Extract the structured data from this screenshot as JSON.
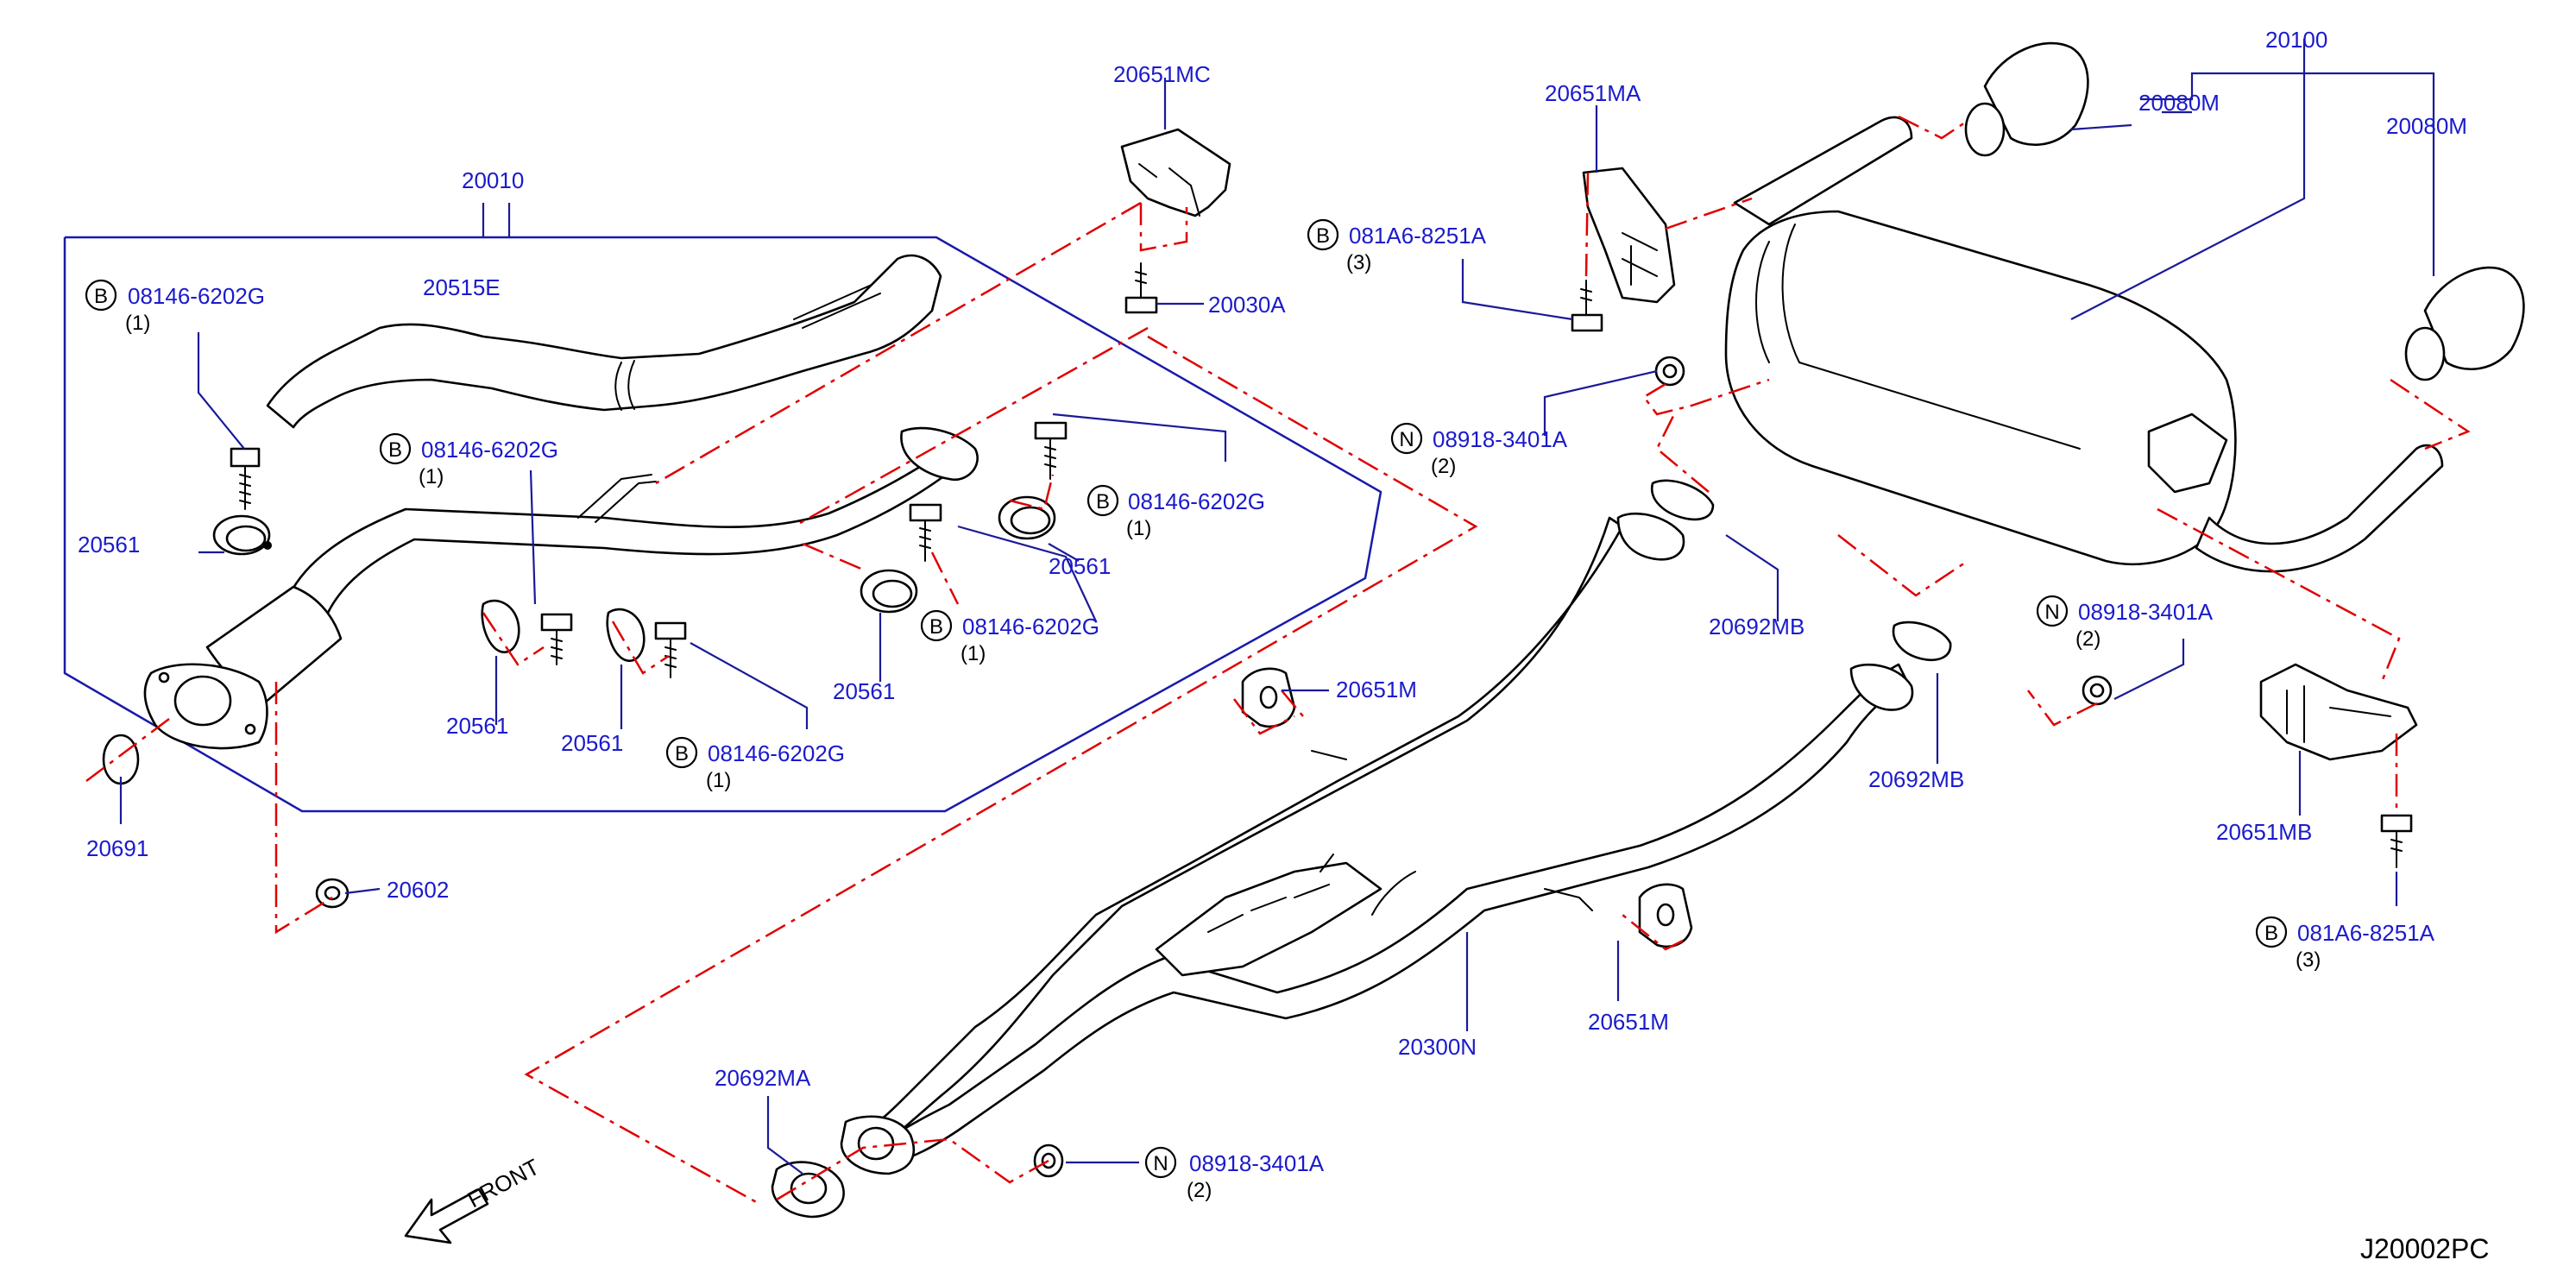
{
  "diagram": {
    "code": "J20002PC",
    "front_label": "FRONT",
    "parts": {
      "p20010": "20010",
      "p20515E": "20515E",
      "p20561_a": "20561",
      "p20561_b": "20561",
      "p20561_c": "20561",
      "p20561_d": "20561",
      "p20561_e": "20561",
      "p20691": "20691",
      "p20602": "20602",
      "p20651MC": "20651MC",
      "p20030A": "20030A",
      "p20651MA": "20651MA",
      "p20100": "20100",
      "p20080M_a": "20080M",
      "p20080M_b": "20080M",
      "p20692MB_a": "20692MB",
      "p20692MB_b": "20692MB",
      "p20651M_a": "20651M",
      "p20651M_b": "20651M",
      "p20651MB": "20651MB",
      "p20300N": "20300N",
      "p20692MA": "20692MA"
    },
    "fasteners": {
      "b1": {
        "symbol": "B",
        "part": "08146-6202G",
        "qty": "(1)"
      },
      "b2": {
        "symbol": "B",
        "part": "08146-6202G",
        "qty": "(1)"
      },
      "b3": {
        "symbol": "B",
        "part": "08146-6202G",
        "qty": "(1)"
      },
      "b4": {
        "symbol": "B",
        "part": "08146-6202G",
        "qty": "(1)"
      },
      "b5": {
        "symbol": "B",
        "part": "08146-6202G",
        "qty": "(1)"
      },
      "b6": {
        "symbol": "B",
        "part": "081A6-8251A",
        "qty": "(3)"
      },
      "b7": {
        "symbol": "B",
        "part": "081A6-8251A",
        "qty": "(3)"
      },
      "n1": {
        "symbol": "N",
        "part": "08918-3401A",
        "qty": "(2)"
      },
      "n2": {
        "symbol": "N",
        "part": "08918-3401A",
        "qty": "(2)"
      },
      "n3": {
        "symbol": "N",
        "part": "08918-3401A",
        "qty": "(2)"
      }
    },
    "colors": {
      "label": "#1a1acc",
      "leader": "#1a1a99",
      "reference_line": "#e00000",
      "drawing": "#000000"
    }
  }
}
